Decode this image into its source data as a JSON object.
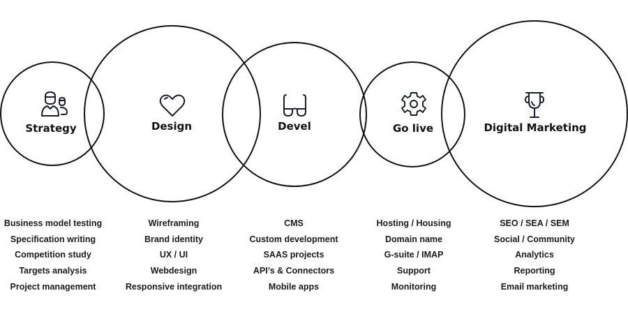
{
  "stages": [
    {
      "id": "strategy",
      "title": "Strategy",
      "icon": "users-icon",
      "services": [
        "Business model testing",
        "Specification writing",
        "Competition study",
        "Targets analysis",
        "Project management"
      ]
    },
    {
      "id": "design",
      "title": "Design",
      "icon": "heart-icon",
      "services": [
        "Wireframing",
        "Brand identity",
        "UX / UI",
        "Webdesign",
        "Responsive integration"
      ]
    },
    {
      "id": "devel",
      "title": "Devel",
      "icon": "glasses-icon",
      "services": [
        "CMS",
        "Custom development",
        "SAAS projects",
        "API’s & Connectors",
        "Mobile apps"
      ]
    },
    {
      "id": "go-live",
      "title": "Go live",
      "icon": "gear-icon",
      "services": [
        "Hosting / Housing",
        "Domain name",
        "G-suite / IMAP",
        "Support",
        "Monitoring"
      ]
    },
    {
      "id": "digital-marketing",
      "title": "Digital Marketing",
      "icon": "trophy-icon",
      "services": [
        "SEO  / SEA / SEM",
        "Social / Community",
        "Analytics",
        "Reporting",
        "Email marketing"
      ]
    }
  ],
  "colors": {
    "line": "#111111",
    "icon": "#1b1d2a",
    "text": "#111111"
  }
}
